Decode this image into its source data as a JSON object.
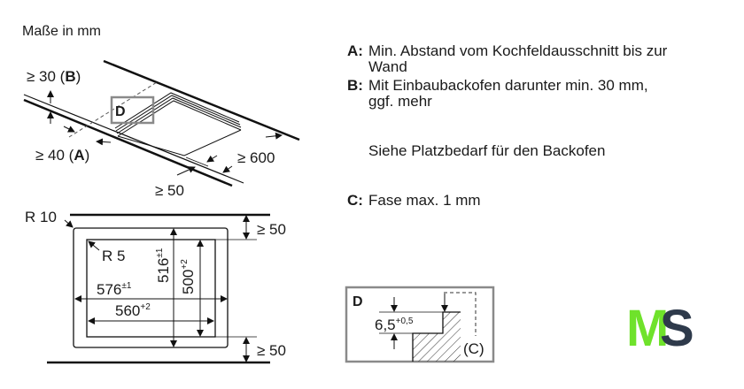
{
  "title": "Maße in mm",
  "notes": {
    "a_key": "A:",
    "a_line1": "Min. Abstand vom Kochfeldausschnitt bis zur",
    "a_line2": "Wand",
    "b_key": "B:",
    "b_line1": "Mit Einbaubackofen darunter min. 30 mm,",
    "b_line2": "ggf. mehr",
    "oven_note": "Siehe Platzbedarf für den Backofen",
    "c_key": "C:",
    "c_line": "Fase max. 1 mm"
  },
  "iso_view": {
    "b_label_pre": "≥ 30 (",
    "b_label_key": "B",
    "b_label_post": ")",
    "a_label_pre": "≥ 40 (",
    "a_label_key": "A",
    "a_label_post": ")",
    "front_min": "≥ 50",
    "depth_min": "≥ 600",
    "detail_key": "D"
  },
  "plan_view": {
    "outer_radius": "R 10",
    "inner_radius": "R 5",
    "outer_width": "576",
    "outer_width_tol": "±1",
    "inner_width": "560",
    "inner_width_tol": "+2",
    "outer_depth": "516",
    "outer_depth_tol": "±1",
    "inner_depth": "500",
    "inner_depth_tol": "+2",
    "top_clearance": "≥ 50",
    "bottom_clearance": "≥ 50"
  },
  "detail": {
    "key": "D",
    "step_height": "6,5",
    "step_height_tol": "+0,5",
    "chamfer_ref": "(C)"
  },
  "logo": {
    "text_m": "M",
    "text_s": "S",
    "color_m": "#6fe22b",
    "color_s": "#2e3a4b"
  }
}
